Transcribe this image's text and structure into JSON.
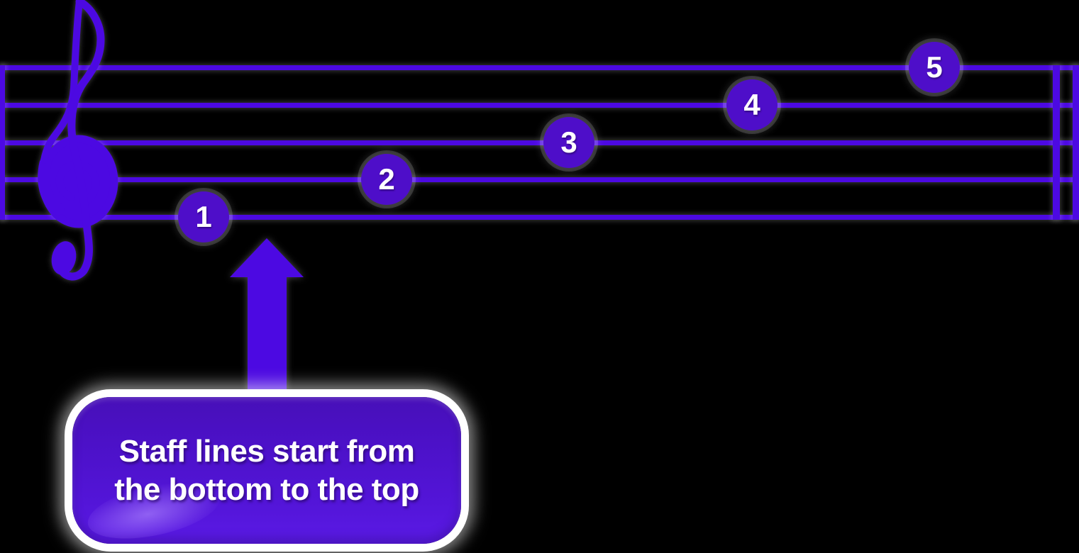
{
  "colors": {
    "background": "#000000",
    "staff_purple": "#4C09E2",
    "marker_purple": "#4E0EC9",
    "callout_top": "#470FB8",
    "callout_bottom": "#5B1AE6",
    "glow_white": "#FFFFFF",
    "text_white": "#FFFFFF"
  },
  "staff": {
    "clef": "treble",
    "line_count": 5
  },
  "line_markers": [
    {
      "label": "1"
    },
    {
      "label": "2"
    },
    {
      "label": "3"
    },
    {
      "label": "4"
    },
    {
      "label": "5"
    }
  ],
  "callout": {
    "line1": "Staff lines start from",
    "line2": "the bottom to the top"
  }
}
